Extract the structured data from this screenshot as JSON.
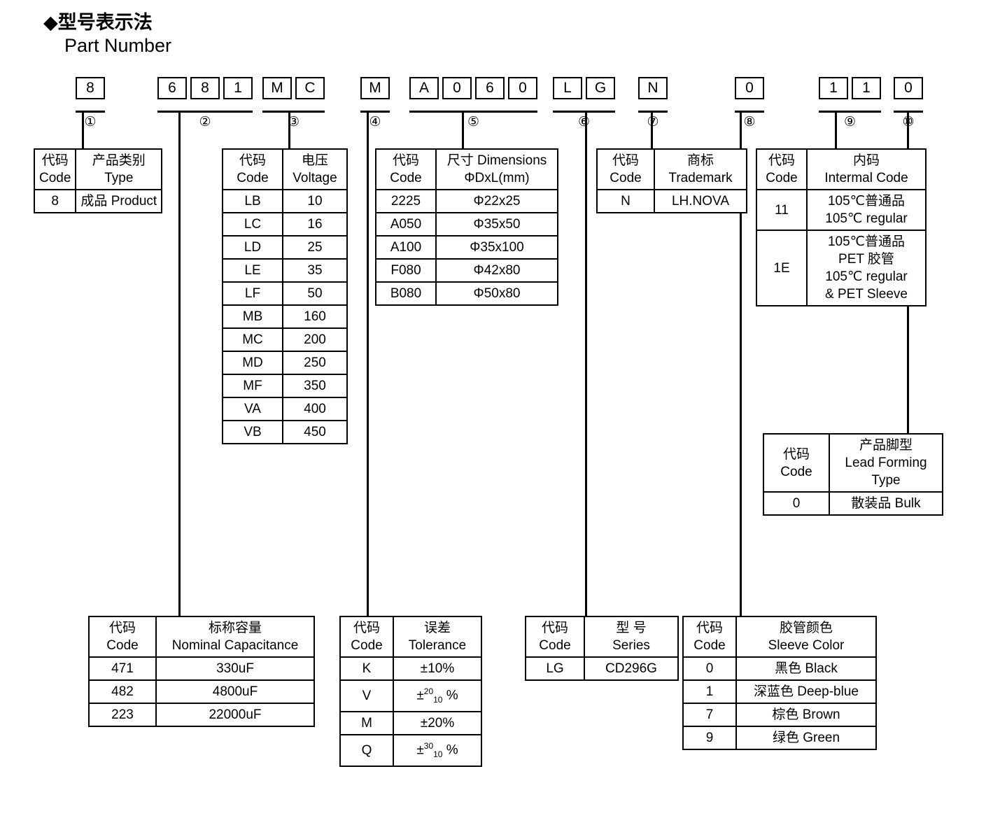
{
  "heading": {
    "cn": "◆型号表示法",
    "en": "Part Number"
  },
  "part_number_boxes": [
    {
      "char": "8",
      "group": 1
    },
    {
      "char": "6",
      "group": 2
    },
    {
      "char": "8",
      "group": 2
    },
    {
      "char": "1",
      "group": 2
    },
    {
      "char": "M",
      "group": 3
    },
    {
      "char": "C",
      "group": 3
    },
    {
      "char": "M",
      "group": 4
    },
    {
      "char": "A",
      "group": 5
    },
    {
      "char": "0",
      "group": 5
    },
    {
      "char": "6",
      "group": 5
    },
    {
      "char": "0",
      "group": 5
    },
    {
      "char": "L",
      "group": 6
    },
    {
      "char": "G",
      "group": 6
    },
    {
      "char": "N",
      "group": 7
    },
    {
      "char": "0",
      "group": 8
    },
    {
      "char": "1",
      "group": 9
    },
    {
      "char": "1",
      "group": 9
    },
    {
      "char": "0",
      "group": 10
    }
  ],
  "group_markers": [
    {
      "label": "①",
      "group": 1
    },
    {
      "label": "②",
      "group": 2
    },
    {
      "label": "③",
      "group": 3
    },
    {
      "label": "④",
      "group": 4
    },
    {
      "label": "⑤",
      "group": 5
    },
    {
      "label": "⑥",
      "group": 6
    },
    {
      "label": "⑦",
      "group": 7
    },
    {
      "label": "⑧",
      "group": 8
    },
    {
      "label": "⑨",
      "group": 9
    },
    {
      "label": "⑩",
      "group": 10
    }
  ],
  "tables": {
    "type": {
      "headers": [
        {
          "cn": "代码",
          "en": "Code"
        },
        {
          "cn": "产品类别",
          "en": "Type"
        }
      ],
      "rows": [
        {
          "code": "8",
          "value": "成品 Product"
        }
      ]
    },
    "voltage": {
      "headers": [
        {
          "cn": "代码",
          "en": "Code"
        },
        {
          "cn": "电压",
          "en": "Voltage"
        }
      ],
      "rows": [
        {
          "code": "LB",
          "value": "10"
        },
        {
          "code": "LC",
          "value": "16"
        },
        {
          "code": "LD",
          "value": "25"
        },
        {
          "code": "LE",
          "value": "35"
        },
        {
          "code": "LF",
          "value": "50"
        },
        {
          "code": "MB",
          "value": "160"
        },
        {
          "code": "MC",
          "value": "200"
        },
        {
          "code": "MD",
          "value": "250"
        },
        {
          "code": "MF",
          "value": "350"
        },
        {
          "code": "VA",
          "value": "400"
        },
        {
          "code": "VB",
          "value": "450"
        }
      ]
    },
    "dimensions": {
      "headers": [
        {
          "cn": "代码",
          "en": "Code"
        },
        {
          "cn": "尺寸 Dimensions",
          "en": "ΦDxL(mm)"
        }
      ],
      "rows": [
        {
          "code": "2225",
          "value": "Φ22x25"
        },
        {
          "code": "A050",
          "value": "Φ35x50"
        },
        {
          "code": "A100",
          "value": "Φ35x100"
        },
        {
          "code": "F080",
          "value": "Φ42x80"
        },
        {
          "code": "B080",
          "value": "Φ50x80"
        }
      ]
    },
    "trademark": {
      "headers": [
        {
          "cn": "代码",
          "en": "Code"
        },
        {
          "cn": "商标",
          "en": "Trademark"
        }
      ],
      "rows": [
        {
          "code": "N",
          "value": "LH.NOVA"
        }
      ]
    },
    "internal_code": {
      "headers": [
        {
          "cn": "代码",
          "en": "Code"
        },
        {
          "cn": "内码",
          "en": "Intermal Code"
        }
      ],
      "rows": [
        {
          "code": "11",
          "lines": [
            "105℃普通品",
            "105℃  regular"
          ]
        },
        {
          "code": "1E",
          "lines": [
            "105℃普通品",
            "PET 胶管",
            "105℃  regular",
            "& PET Sleeve"
          ]
        }
      ]
    },
    "lead_forming": {
      "headers": [
        {
          "cn": "代码",
          "en": "Code"
        },
        {
          "cn": "产品脚型",
          "en": "Lead Forming",
          "en2": "Type"
        }
      ],
      "rows": [
        {
          "code": "0",
          "value": "散装品 Bulk"
        }
      ]
    },
    "capacitance": {
      "headers": [
        {
          "cn": "代码",
          "en": "Code"
        },
        {
          "cn": "标称容量",
          "en": "Nominal Capacitance"
        }
      ],
      "rows": [
        {
          "code": "471",
          "value": "330uF"
        },
        {
          "code": "482",
          "value": "4800uF"
        },
        {
          "code": "223",
          "value": "22000uF"
        }
      ]
    },
    "tolerance": {
      "headers": [
        {
          "cn": "代码",
          "en": "Code"
        },
        {
          "cn": "误差",
          "en": "Tolerance"
        }
      ],
      "rows": [
        {
          "code": "K",
          "value": "±10%",
          "sup": "",
          "sub": ""
        },
        {
          "code": "V",
          "value": "",
          "pre": "±",
          "sup": "20",
          "sub": "10",
          "post": "%"
        },
        {
          "code": "M",
          "value": "±20%",
          "sup": "",
          "sub": ""
        },
        {
          "code": "Q",
          "value": "",
          "pre": "±",
          "sup": "30",
          "sub": "10",
          "post": "%"
        }
      ]
    },
    "series": {
      "headers": [
        {
          "cn": "代码",
          "en": "Code"
        },
        {
          "cn": "型 号",
          "en": "Series"
        }
      ],
      "rows": [
        {
          "code": "LG",
          "value": "CD296G"
        }
      ]
    },
    "sleeve_color": {
      "headers": [
        {
          "cn": "代码",
          "en": "Code"
        },
        {
          "cn": "胶管颜色",
          "en": "Sleeve Color"
        }
      ],
      "rows": [
        {
          "code": "0",
          "value": "黑色 Black"
        },
        {
          "code": "1",
          "value": "深蓝色 Deep-blue"
        },
        {
          "code": "7",
          "value": "棕色 Brown"
        },
        {
          "code": "9",
          "value": "绿色 Green"
        }
      ]
    }
  }
}
